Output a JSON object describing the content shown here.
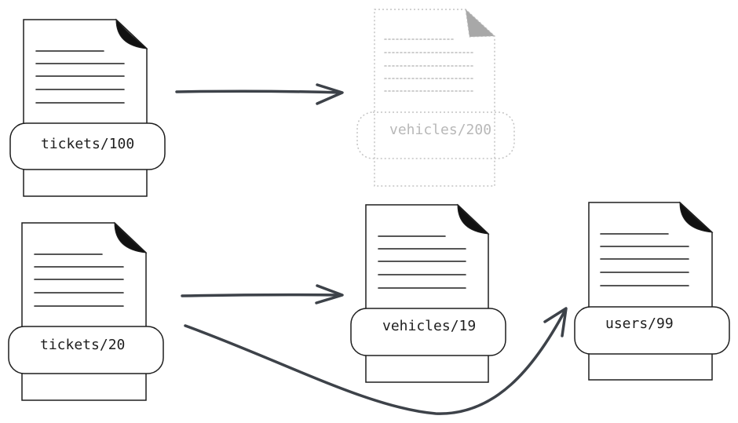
{
  "colors": {
    "ink": "#1e1e1e",
    "arrow": "#3d4249",
    "ghost": "#b8b8b8"
  },
  "documents": [
    {
      "id": "tickets-100",
      "label": "tickets/100",
      "ghost": false
    },
    {
      "id": "vehicles-200",
      "label": "vehicles/200",
      "ghost": true
    },
    {
      "id": "tickets-20",
      "label": "tickets/20",
      "ghost": false
    },
    {
      "id": "vehicles-19",
      "label": "vehicles/19",
      "ghost": false
    },
    {
      "id": "users-99",
      "label": "users/99",
      "ghost": false
    }
  ],
  "arrows": [
    {
      "from": "tickets/100",
      "to": "vehicles/200"
    },
    {
      "from": "tickets/20",
      "to": "vehicles/19"
    },
    {
      "from": "tickets/20",
      "to": "users/99"
    }
  ]
}
